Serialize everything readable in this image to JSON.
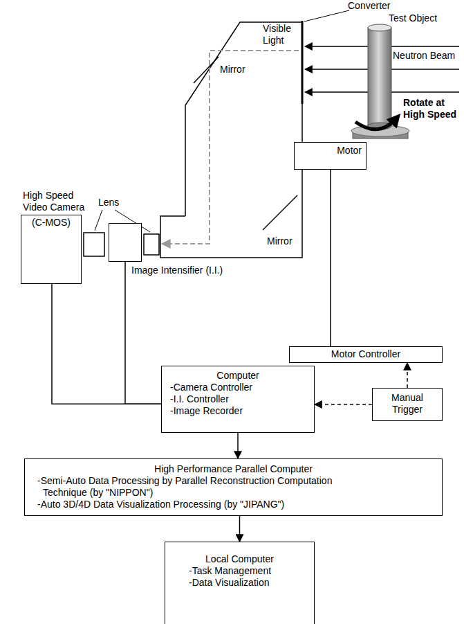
{
  "diagram": {
    "nodes": [
      {
        "text": [
          "High Speed Video Camera",
          "(C-MOS)"
        ]
      },
      {
        "text": [
          "Image Intensifier (I.I.)"
        ]
      },
      {
        "text": [
          "Motor"
        ]
      },
      {
        "text": [
          "Motor Controller"
        ]
      },
      {
        "text": [
          "Manual Trigger"
        ]
      },
      {
        "text": [
          "Computer",
          "-Camera Controller",
          "-I.I. Controller",
          "-Image Recorder"
        ]
      },
      {
        "text": [
          "High Performance Parallel Computer",
          "-Semi-Auto Data Processing by Parallel Reconstruction Computation Technique (by \"NIPPON\")",
          "-Auto 3D/4D Data Visualization Processing (by \"JIPANG\")"
        ]
      },
      {
        "text": [
          "Local Computer",
          "-Task Management",
          "-Data Visualization"
        ]
      }
    ],
    "edges": [
      {
        "from": 0,
        "to": 5,
        "arrow": "none"
      },
      {
        "from": 1,
        "to": 5,
        "arrow": "none"
      },
      {
        "from": 2,
        "to": 3,
        "arrow": "none"
      },
      {
        "from": 4,
        "to": 3,
        "arrow": "to"
      },
      {
        "from": 4,
        "to": 5,
        "arrow": "to"
      },
      {
        "from": 5,
        "to": 6,
        "arrow": "to"
      },
      {
        "from": 6,
        "to": 7,
        "arrow": "to"
      }
    ],
    "labels": [
      "Converter",
      "Test Object",
      "Visible Light",
      "Neutron Beam",
      "Mirror",
      "Rotate at High Speed",
      "Lens",
      "Mirror"
    ]
  }
}
